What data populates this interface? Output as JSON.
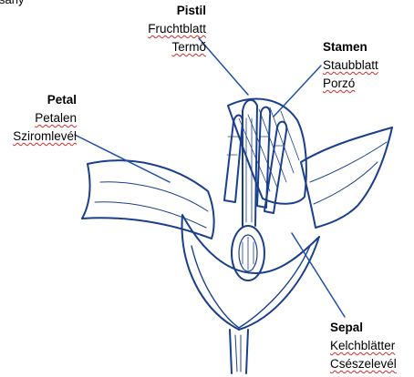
{
  "corner_text": "sany",
  "labels": {
    "pistil": {
      "title": "Pistil",
      "de": "Fruchtblatt",
      "hu": "Termő"
    },
    "stamen": {
      "title": "Stamen",
      "de": "Staubblatt",
      "hu": "Porzó"
    },
    "petal": {
      "title": "Petal",
      "de": "Petalen",
      "hu": "Sziromlevél"
    },
    "sepal": {
      "title": "Sepal",
      "de": "Kelchblätter",
      "hu": "Csészelevél"
    }
  },
  "colors": {
    "drawing": "#1a3f8c",
    "leader": "#1f4fa8",
    "spellcheck": "#d42a2a"
  }
}
